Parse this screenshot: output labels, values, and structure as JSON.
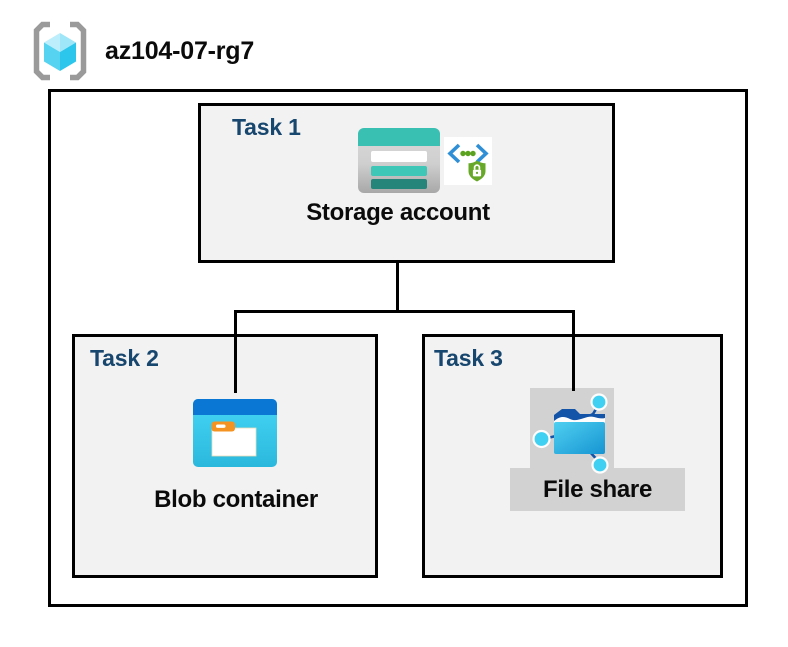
{
  "title": "az104-07-rg7",
  "tasks": [
    {
      "label": "Task 1",
      "resource": "Storage account"
    },
    {
      "label": "Task 2",
      "resource": "Blob container"
    },
    {
      "label": "Task 3",
      "resource": "File share"
    }
  ],
  "icons": {
    "resource_group": "resource-group-icon",
    "storage_account": "storage-account-icon",
    "endpoint_security": "secure-endpoint-icon",
    "blob_container": "blob-container-icon",
    "file_share": "file-share-icon"
  },
  "colors": {
    "task_label_blue": "#17466e",
    "task_box_fill": "#f2f2f2",
    "border_black": "#000000",
    "storage_teal": "#3ac0b2",
    "storage_teal_dark": "#26857b",
    "blob_header_blue": "#0b77d4",
    "blob_body_cyan": "#38cdef",
    "folder_tab_orange": "#f59322",
    "fileshare_navy": "#1353a8",
    "fileshare_cyan": "#2db3e2",
    "network_node_cyan": "#3fd0f2",
    "icon_bg_gray": "#d2d2d2",
    "security_bracket_blue": "#2f8fd6",
    "security_shield_green": "#67a829",
    "rg_cube_cyan": "#55d4f2",
    "rg_bracket_gray": "#9a9a9a"
  }
}
